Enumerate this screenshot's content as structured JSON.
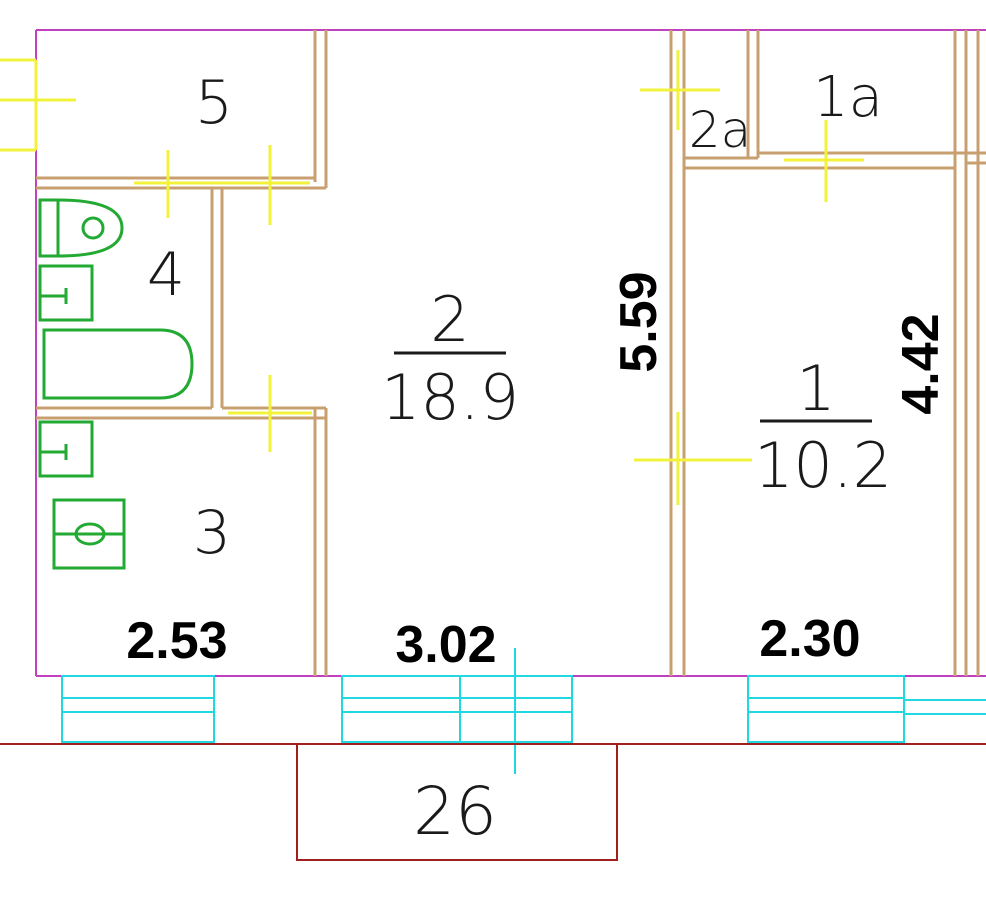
{
  "colors": {
    "outer_wall": "#c040c0",
    "wall": "#c8a070",
    "fixture": "#22aa33",
    "window": "#22d8e0",
    "door_mark": "#f2f23a",
    "balcony": "#a02020",
    "text": "#1a1a1a"
  },
  "rooms": {
    "room_5": {
      "number": "5"
    },
    "room_4": {
      "number": "4"
    },
    "room_3": {
      "number": "3"
    },
    "room_2": {
      "number": "2",
      "area": "18.9"
    },
    "room_2a": {
      "number": "2a"
    },
    "room_1a": {
      "number": "1a"
    },
    "room_1": {
      "number": "1",
      "area": "10.2"
    },
    "balcony": {
      "number": "26"
    }
  },
  "dimensions": {
    "width_left": "2.53",
    "width_middle": "3.02",
    "width_right": "2.30",
    "length_room_2": "5.59",
    "length_room_1": "4.42"
  },
  "icons": {
    "toilet": "toilet-icon",
    "sink": "sink-icon",
    "bathtub": "bathtub-icon"
  }
}
